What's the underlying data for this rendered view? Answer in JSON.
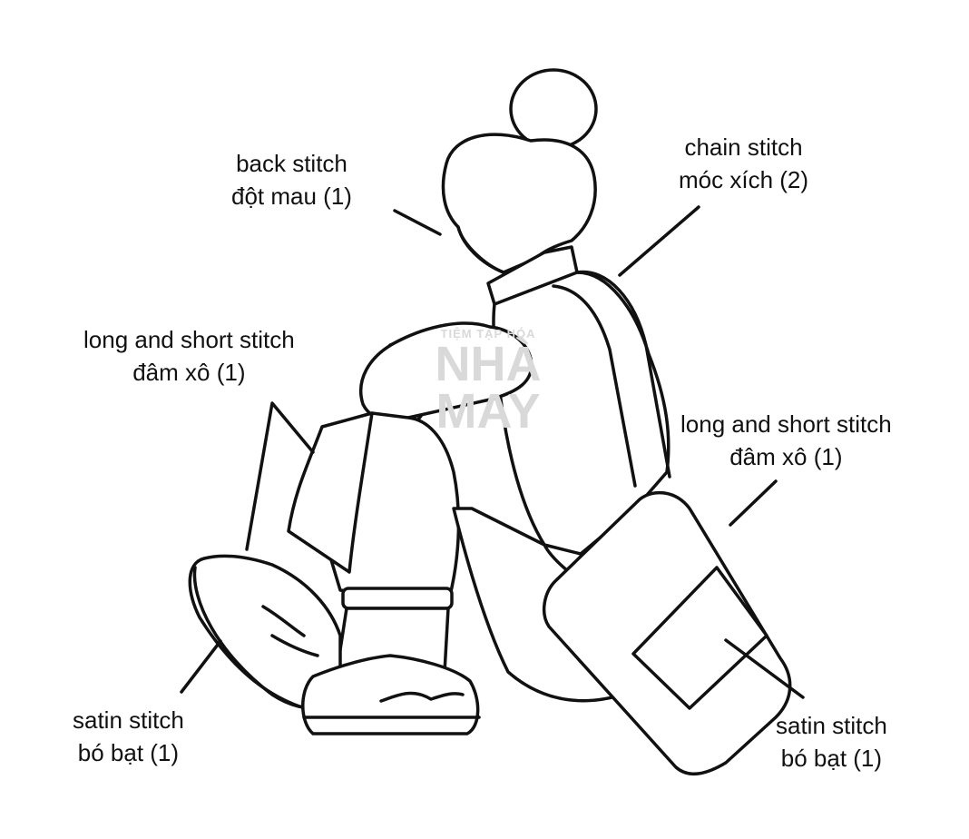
{
  "annotations": [
    {
      "id": "back-stitch",
      "en": "back stitch",
      "vi": "đột mau (1)"
    },
    {
      "id": "chain-stitch",
      "en": "chain stitch",
      "vi": "móc xích (2)"
    },
    {
      "id": "long-short-left",
      "en": "long and short stitch",
      "vi": "đâm xô (1)"
    },
    {
      "id": "long-short-right",
      "en": "long and short stitch",
      "vi": "đâm xô (1)"
    },
    {
      "id": "satin-left",
      "en": "satin stitch",
      "vi": "bó bạt (1)"
    },
    {
      "id": "satin-right",
      "en": "satin stitch",
      "vi": "bó bạt (1)"
    }
  ],
  "watermark": {
    "top": "TIỆM TẠP HÓA",
    "line1": "NHÀ",
    "line2": "MAY"
  },
  "colors": {
    "ink": "#111111",
    "watermark": "#d9d9d9",
    "background": "#ffffff"
  }
}
